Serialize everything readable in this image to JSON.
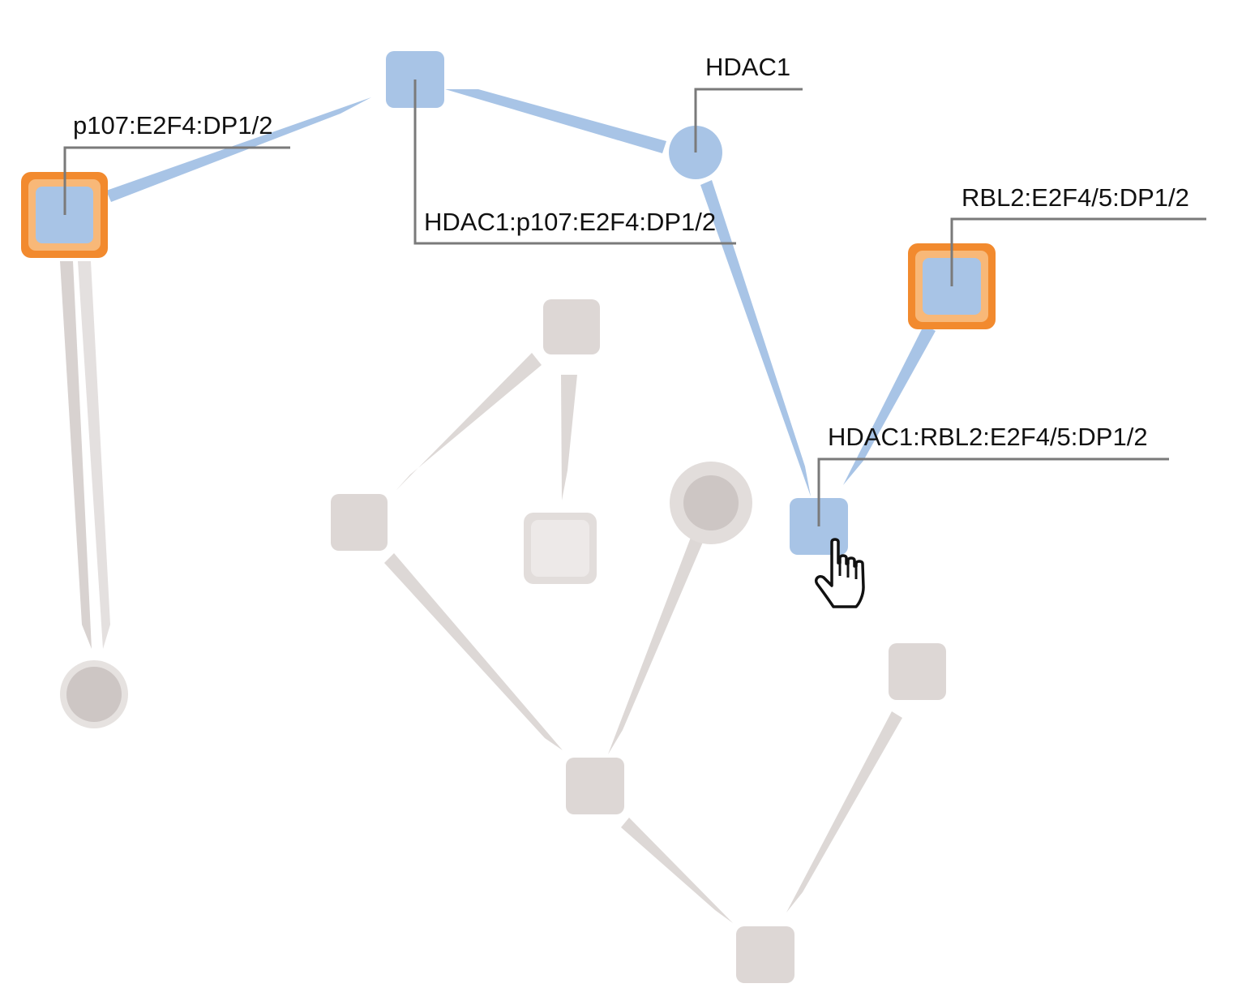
{
  "colors": {
    "active_node": "#a8c4e6",
    "active_edge": "#a8c4e6",
    "highlight_ring": "#f28a2e",
    "highlight_inner": "#f8b878",
    "inactive_node": "#ddd7d5",
    "inactive_node_light": "#ebe7e6",
    "inactive_circle": "#cdc6c4",
    "inactive_edge": "#ddd8d6"
  },
  "labels": {
    "p107_e2f4_dp1_2": "p107:E2F4:DP1/2",
    "hdac1": "HDAC1",
    "hdac1_p107_e2f4_dp1_2": "HDAC1:p107:E2F4:DP1/2",
    "rbl2_e2f4_5_dp1_2": "RBL2:E2F4/5:DP1/2",
    "hdac1_rbl2_e2f4_5_dp1_2": "HDAC1:RBL2:E2F4/5:DP1/2"
  },
  "cursor": {
    "icon": "hand-pointer-icon"
  }
}
